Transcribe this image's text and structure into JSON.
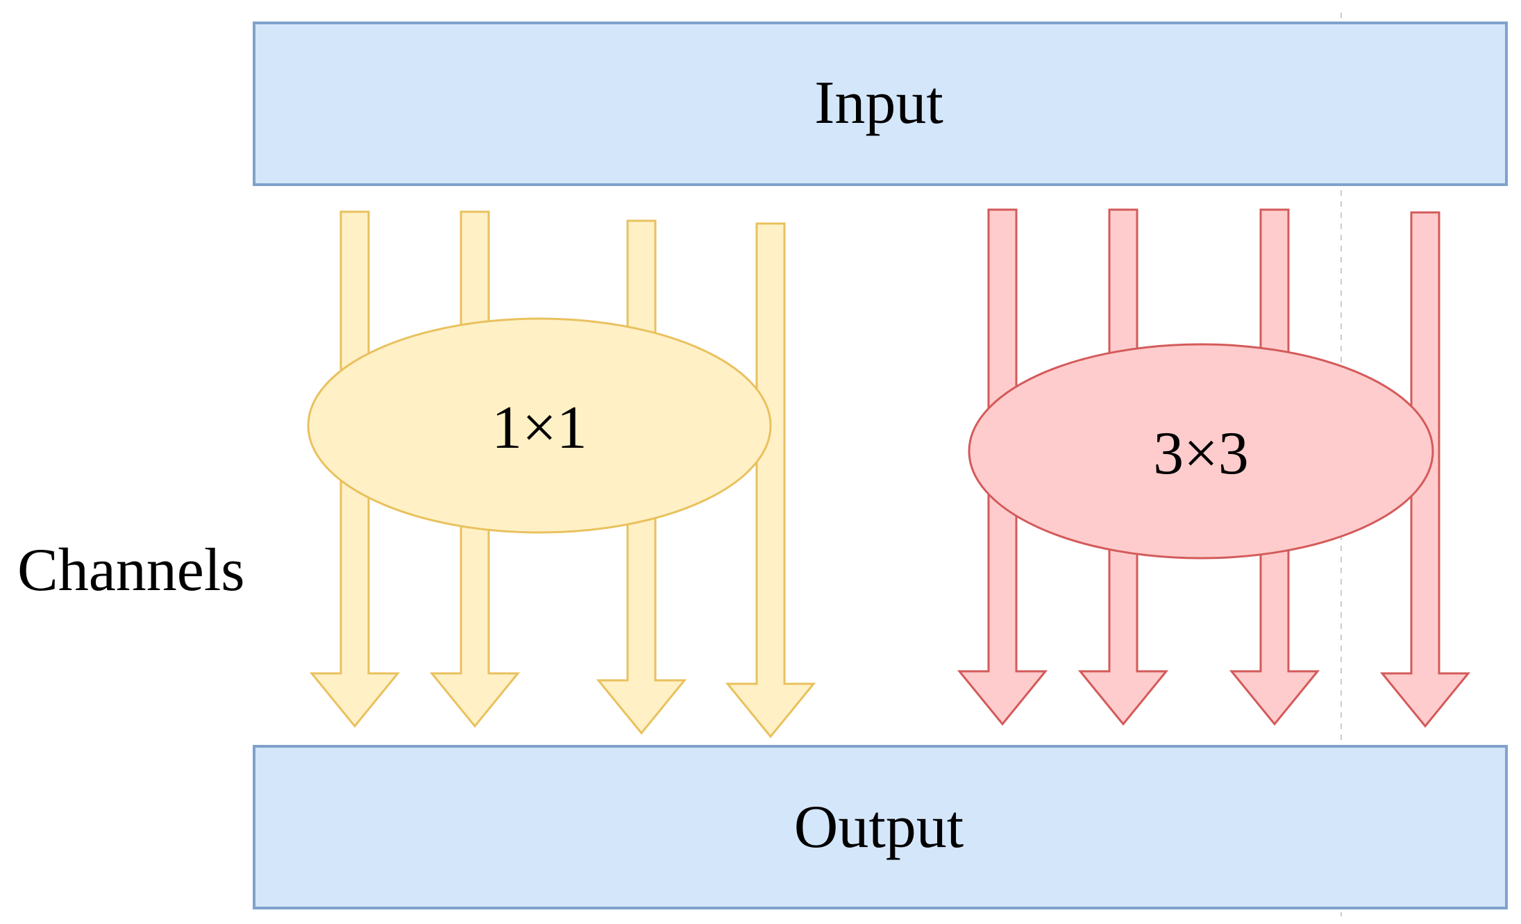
{
  "input_box": {
    "label": "Input"
  },
  "output_box": {
    "label": "Output"
  },
  "side_label": "Channels",
  "kernel_1x1": {
    "label": "1×1"
  },
  "kernel_3x3": {
    "label": "3×3"
  },
  "colors": {
    "box_fill": "#D4E6FA",
    "box_stroke": "#7FA2CC",
    "yellow_fill": "#FFF0C6",
    "yellow_stroke": "#E9C15D",
    "red_fill": "#FECCCC",
    "red_stroke": "#D45A5A",
    "divider": "#CCCCCC"
  }
}
